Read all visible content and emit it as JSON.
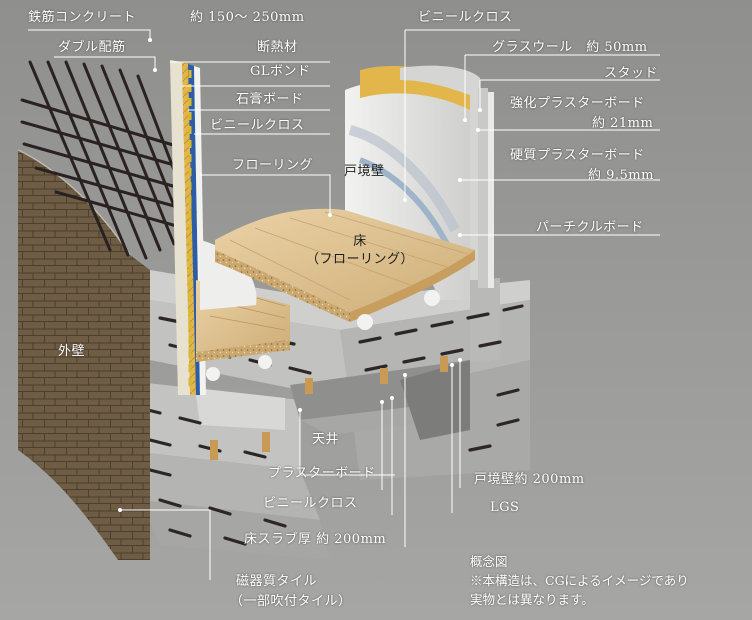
{
  "labels": {
    "rebar_concrete": "鉄筋コンクリート",
    "thickness": "約 150～ 250mm",
    "double_rebar": "ダブル配筋",
    "insulation": "断熱材",
    "gl_bond": "GLボンド",
    "gypsum_board": "石膏ボード",
    "vinyl_cloth_left": "ビニールクロス",
    "flooring": "フローリング",
    "vinyl_cloth_top": "ビニールクロス",
    "glass_wool": "グラスウール　約 50mm",
    "stud": "スタッド",
    "reinforced_plaster": "強化プラスターボード",
    "reinforced_plaster_thickness": "約 21mm",
    "hard_plaster": "硬質プラスターボード",
    "hard_plaster_thickness": "約 9.5mm",
    "unit_wall": "戸境壁",
    "particle_board": "パーチクルボード",
    "floor_title": "床",
    "floor_sub": "（フローリング）",
    "exterior_wall": "外壁",
    "ceiling": "天井",
    "plaster_board": "プラスターボード",
    "vinyl_cloth_bottom": "ビニールクロス",
    "slab_thickness": "床スラブ厚 約 200mm",
    "unit_wall_thickness": "戸境壁約 200mm",
    "lgs": "LGS",
    "tile": "磁器質タイル",
    "tile_sub": "（一部吹付タイル）"
  },
  "note": {
    "title": "概念図",
    "line1": "※本構造は、CGによるイメージであり",
    "line2": "実物とは異なります。"
  },
  "colors": {
    "background": "#9a9a98",
    "concrete_top": "#c9c9c7",
    "concrete_side": "#b1b1af",
    "tile": "#6b5a44",
    "flooring": "#d9bc8c",
    "rebar": "#2a2220",
    "leader": "#ffffff",
    "gl_bond": "#d8b830",
    "wall_blue": "#9fb4c8"
  }
}
